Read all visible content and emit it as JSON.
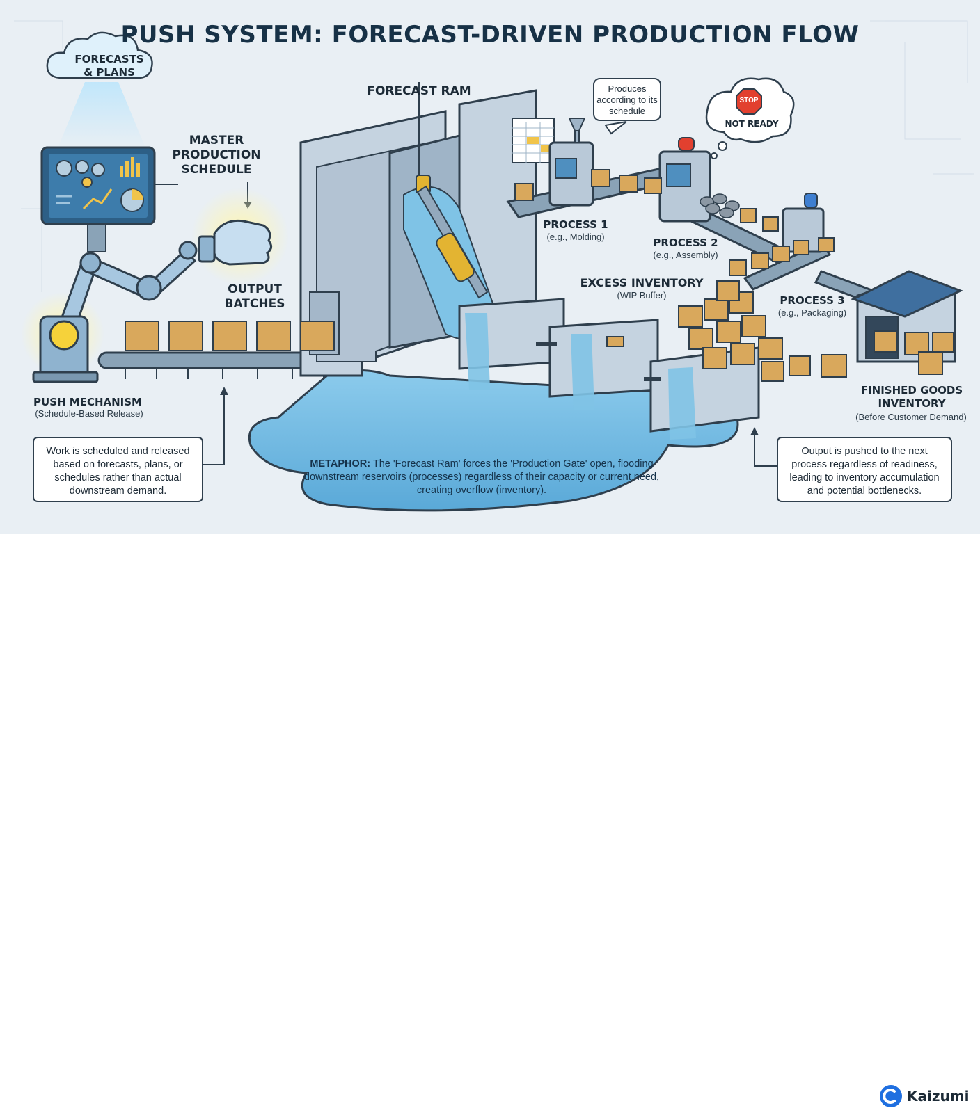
{
  "title": "PUSH SYSTEM: FORECAST-DRIVEN PRODUCTION FLOW",
  "cloud": {
    "line1": "FORECASTS",
    "line2": "& PLANS"
  },
  "master_schedule": {
    "line1": "MASTER",
    "line2": "PRODUCTION",
    "line3": "SCHEDULE"
  },
  "forecast_ram": "FORECAST RAM",
  "output_batches": {
    "line1": "OUTPUT",
    "line2": "BATCHES"
  },
  "push_mechanism": {
    "label": "PUSH MECHANISM",
    "sub": "(Schedule-Based Release)"
  },
  "left_note": "Work is scheduled and released based on forecasts, plans, or schedules rather than actual downstream demand.",
  "metaphor": {
    "lead": "METAPHOR:",
    "text": "The 'Forecast Ram' forces the 'Production Gate' open, flooding downstream reservoirs (processes) regardless of their capacity or current need, creating overflow (inventory)."
  },
  "speech_bubble": "Produces according to its schedule",
  "stop_cloud": {
    "sign": "STOP",
    "text": "NOT READY"
  },
  "process1": {
    "label": "PROCESS 1",
    "sub": "(e.g., Molding)"
  },
  "process2": {
    "label": "PROCESS 2",
    "sub": "(e.g., Assembly)"
  },
  "process3": {
    "label": "PROCESS 3",
    "sub": "(e.g., Packaging)"
  },
  "excess_inventory": {
    "label": "EXCESS INVENTORY",
    "sub": "(WIP Buffer)"
  },
  "finished_goods": {
    "line1": "FINISHED GOODS",
    "line2": "INVENTORY",
    "sub": "(Before Customer Demand)"
  },
  "right_note": "Output is pushed to the next process regardless of readiness, leading to inventory accumulation and potential bottlenecks.",
  "brand": "Kaizumi",
  "colors": {
    "water": "#7fc3e6",
    "box": "#d9a85c",
    "steel": "#b9c9d8",
    "outline": "#2f3f4d",
    "glow": "#f6d23a"
  }
}
